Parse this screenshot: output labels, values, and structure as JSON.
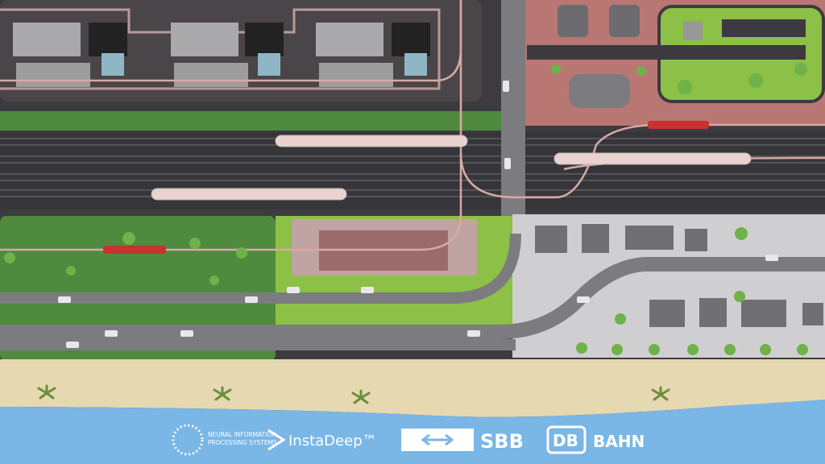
{
  "scene": {
    "colors": {
      "water": "#7ab6e6",
      "sand": "#e6d8b0",
      "grass_dark": "#4f8a3e",
      "grass_light": "#8cc046",
      "city_block": "#3c3a3f",
      "industrial": "#b87773",
      "tracks_bg": "#3b3b40",
      "road": "#7b7b80",
      "catenary": "#d9a9a6",
      "train_body": "#e9d2d0",
      "train_red": "#c8312d"
    },
    "icons": [
      "palm-tree-icon",
      "tree-icon",
      "car-icon",
      "train-icon",
      "building-icon"
    ]
  },
  "logos": {
    "neurips_line1": "NEURAL INFORMATION",
    "neurips_line2": "PROCESSING SYSTEMS",
    "instadeep": "InstaDeep™",
    "sbb": "SBB",
    "db_mark": "DB",
    "db_text": "BAHN"
  }
}
